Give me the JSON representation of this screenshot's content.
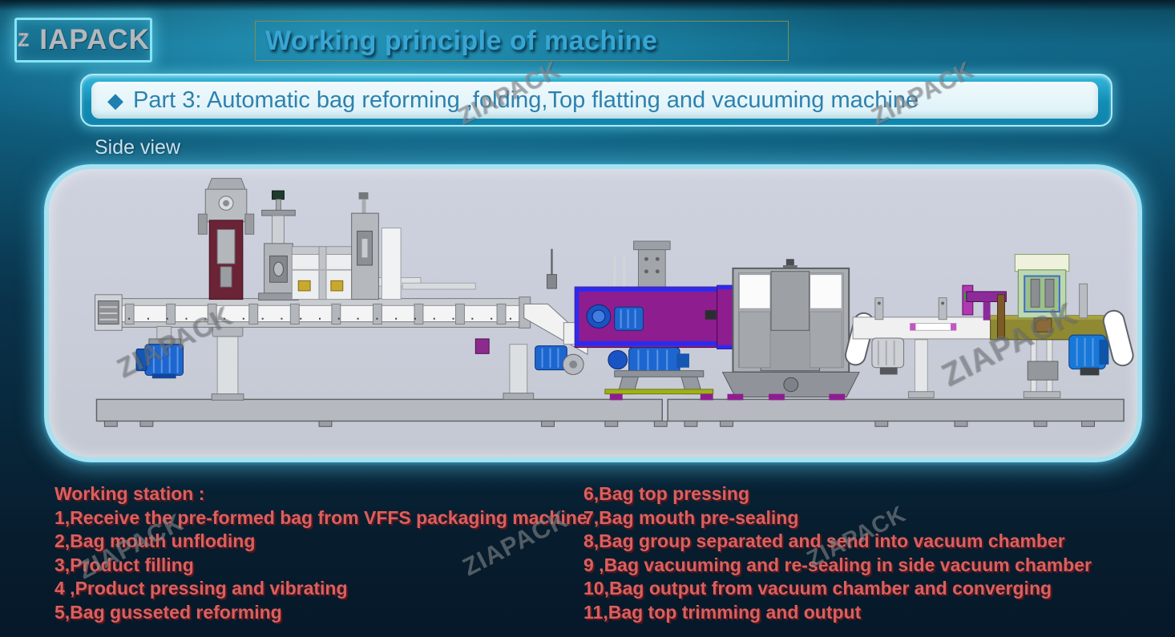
{
  "logo": {
    "z": "Z",
    "rest": "IAPACK",
    "full": "ZIAPACK"
  },
  "header": {
    "title": "Working principle of machine"
  },
  "banner": {
    "bullet": "◆",
    "text": "Part 3: Automatic bag reforming ,folding,Top flatting and vacuuming machine"
  },
  "view_label": "Side view",
  "stations": {
    "heading": "Working station :",
    "left_items": [
      "1,Receive the pre-formed bag from VFFS packaging machine",
      "2,Bag mouth unfloding",
      "3,Product filling",
      "4 ,Product pressing and vibrating",
      "5,Bag gusseted reforming"
    ],
    "right_items": [
      "6,Bag top pressing",
      "7,Bag mouth pre-sealing",
      "8,Bag group separated and send into vacuum chamber",
      "9 ,Bag vacuuming and re-sealing in side vacuum chamber",
      "10,Bag output from vacuum chamber and converging",
      "11,Bag top trimming and output"
    ]
  },
  "watermark": {
    "text": "ZIAPACK"
  },
  "colors": {
    "background_teal": "#106080",
    "glow_cyan": "#86e4f6",
    "banner_fill": "#128cb4",
    "banner_inner": "#eef9fc",
    "banner_text": "#2e81ae",
    "title_text": "#38a6d4",
    "station_text": "#d8615f",
    "panel_fill": "#c9cdd9",
    "machine_purple": "#8e1d90",
    "machine_olive": "#8f8933",
    "machine_maroon": "#6b2336",
    "motor_blue": "#1e66cf",
    "machine_green": "#bcd8ac"
  }
}
